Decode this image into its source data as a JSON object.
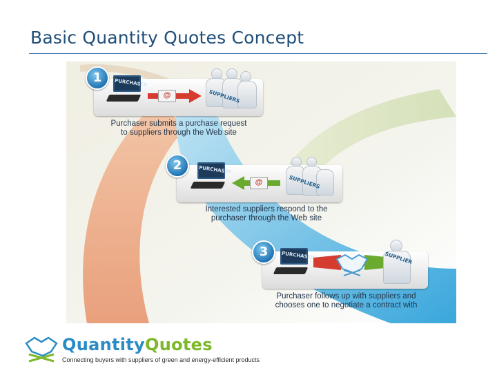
{
  "slide": {
    "title": "Basic Quantity Quotes Concept"
  },
  "steps": [
    {
      "number": "1",
      "computer_label": "PURCHASER",
      "group_label": "SUPPLIERS",
      "caption": [
        "Purchaser submits a purchase request",
        "to suppliers through the Web site"
      ]
    },
    {
      "number": "2",
      "computer_label": "PURCHASER",
      "group_label": "SUPPLIERS",
      "caption": [
        "Interested suppliers respond to the",
        "purchaser through the Web site"
      ]
    },
    {
      "number": "3",
      "computer_label": "PURCHASER",
      "group_label": "SUPPLIER",
      "caption": [
        "Purchaser follows up with suppliers and",
        "chooses one to negotiate a contract with"
      ]
    }
  ],
  "email_symbol": "@",
  "brand": {
    "name_part1": "Quantity",
    "name_part2": "Quotes",
    "tagline": "Connecting buyers with suppliers of green and energy-efficient products"
  },
  "colors": {
    "title": "#1f4e79",
    "brand_blue": "#2b8cc4",
    "brand_green": "#7db82a",
    "step_badge": "#1b6fb0",
    "request_arrow": "#d63b2f",
    "response_arrow": "#6aaa2e"
  }
}
